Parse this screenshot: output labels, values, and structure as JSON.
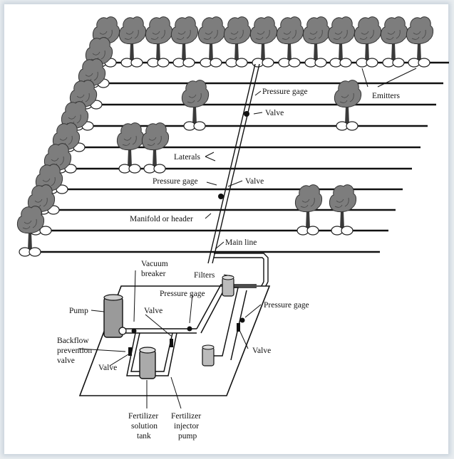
{
  "labels": {
    "pressure_gage_top": "Pressure gage",
    "valve_top": "Valve",
    "emitters": "Emitters",
    "laterals": "Laterals",
    "pressure_gage_mid": "Pressure gage",
    "valve_mid": "Valve",
    "manifold": "Manifold or header",
    "main_line": "Main line",
    "vacuum_breaker_1": "Vacuum",
    "vacuum_breaker_2": "breaker",
    "filters": "Filters",
    "pressure_gage_station": "Pressure gage",
    "pressure_gage_right": "Pressure gage",
    "pump": "Pump",
    "valve_left_station": "Valve",
    "backflow_1": "Backflow",
    "backflow_2": "prevention",
    "backflow_3": "valve",
    "valve_lower_left": "Valve",
    "valve_right": "Valve",
    "fert_tank_1": "Fertilizer",
    "fert_tank_2": "solution",
    "fert_tank_3": "tank",
    "fert_pump_1": "Fertilizer",
    "fert_pump_2": "injector",
    "fert_pump_3": "pump"
  }
}
